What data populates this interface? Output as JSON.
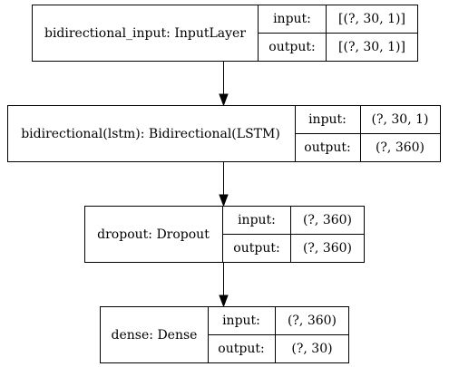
{
  "diagram": {
    "layers": [
      {
        "name": "bidirectional_input: InputLayer",
        "input_label": "input:",
        "input_value": "[(?, 30, 1)]",
        "output_label": "output:",
        "output_value": "[(?, 30, 1)]"
      },
      {
        "name": "bidirectional(lstm): Bidirectional(LSTM)",
        "input_label": "input:",
        "input_value": "(?, 30, 1)",
        "output_label": "output:",
        "output_value": "(?, 360)"
      },
      {
        "name": "dropout: Dropout",
        "input_label": "input:",
        "input_value": "(?, 360)",
        "output_label": "output:",
        "output_value": "(?, 360)"
      },
      {
        "name": "dense: Dense",
        "input_label": "input:",
        "input_value": "(?, 360)",
        "output_label": "output:",
        "output_value": "(?, 30)"
      }
    ],
    "colors": {
      "stroke": "#000000",
      "fill": "#ffffff",
      "text": "#000000"
    }
  }
}
